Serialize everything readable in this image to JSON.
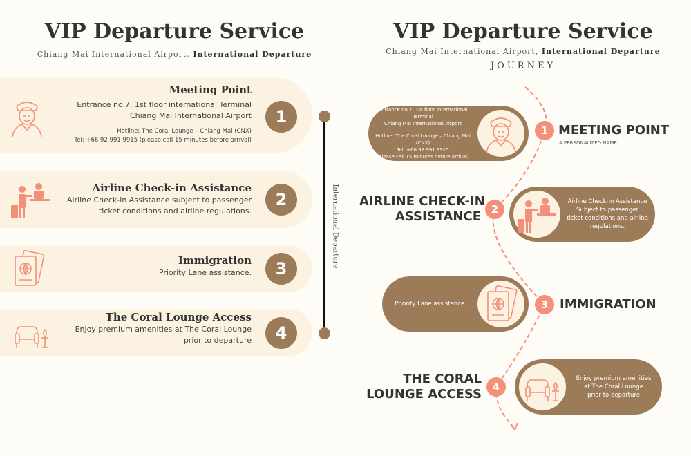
{
  "left": {
    "title": "VIP Departure Service",
    "subtitle_plain": "Chiang Mai International Airport, ",
    "subtitle_bold": "International Departure",
    "timeline_label": "International Departure",
    "steps": [
      {
        "number": "1",
        "title": "Meeting Point",
        "lines": [
          "Entrance no.7, 1st floor international Terminal",
          "Chiang Mai International Airport"
        ],
        "hotline": "Hotline: The Coral Lounge – Chiang Mai  (CNX)",
        "tel": "Tel: +66 92 991 9915 (please call 15 minutes before arrival)"
      },
      {
        "number": "2",
        "title": "Airline Check-in Assistance",
        "lines": [
          "Airline Check-in Assistance subject to passenger",
          "ticket conditions and airline regulations."
        ]
      },
      {
        "number": "3",
        "title": "Immigration",
        "lines": [
          "Priority Lane assistance."
        ]
      },
      {
        "number": "4",
        "title": "The Coral Lounge Access",
        "lines": [
          "Enjoy premium amenities at The Coral Lounge",
          "prior to departure"
        ]
      }
    ]
  },
  "right": {
    "title": "VIP Departure Service",
    "subtitle_plain": "Chiang Mai International Airport, ",
    "subtitle_bold": "International Departure",
    "journey": "JOURNEY",
    "steps": [
      {
        "number": "1",
        "label": [
          "MEETING POINT"
        ],
        "sublabel": "A PERSONALIZED NAME",
        "text": [
          "Entrance no.7, 1st floor international Terminal",
          "Chiang Mai International Airport",
          "",
          "Hotline: The Coral Lounge – Chiang Mai (CNX)",
          "Tel: +66 92 991 9915",
          "(please call 15 minutes before arrival)"
        ]
      },
      {
        "number": "2",
        "label": [
          "AIRLINE CHECK-IN",
          "ASSISTANCE"
        ],
        "text": [
          "Airline Check-in Assistance",
          "Subject to passenger",
          "ticket conditions and airline",
          "regulations."
        ]
      },
      {
        "number": "3",
        "label": [
          "IMMIGRATION"
        ],
        "text": [
          "Priority Lane assistance."
        ]
      },
      {
        "number": "4",
        "label": [
          "THE CORAL",
          "LOUNGE ACCESS"
        ],
        "text": [
          "Enjoy premium amenities",
          "at The Coral Lounge",
          "prior to departure"
        ]
      }
    ]
  },
  "colors": {
    "brown": "#9b7b58",
    "salmon": "#f4907a",
    "cream": "#fcf2e1",
    "background": "#fefcf6"
  }
}
